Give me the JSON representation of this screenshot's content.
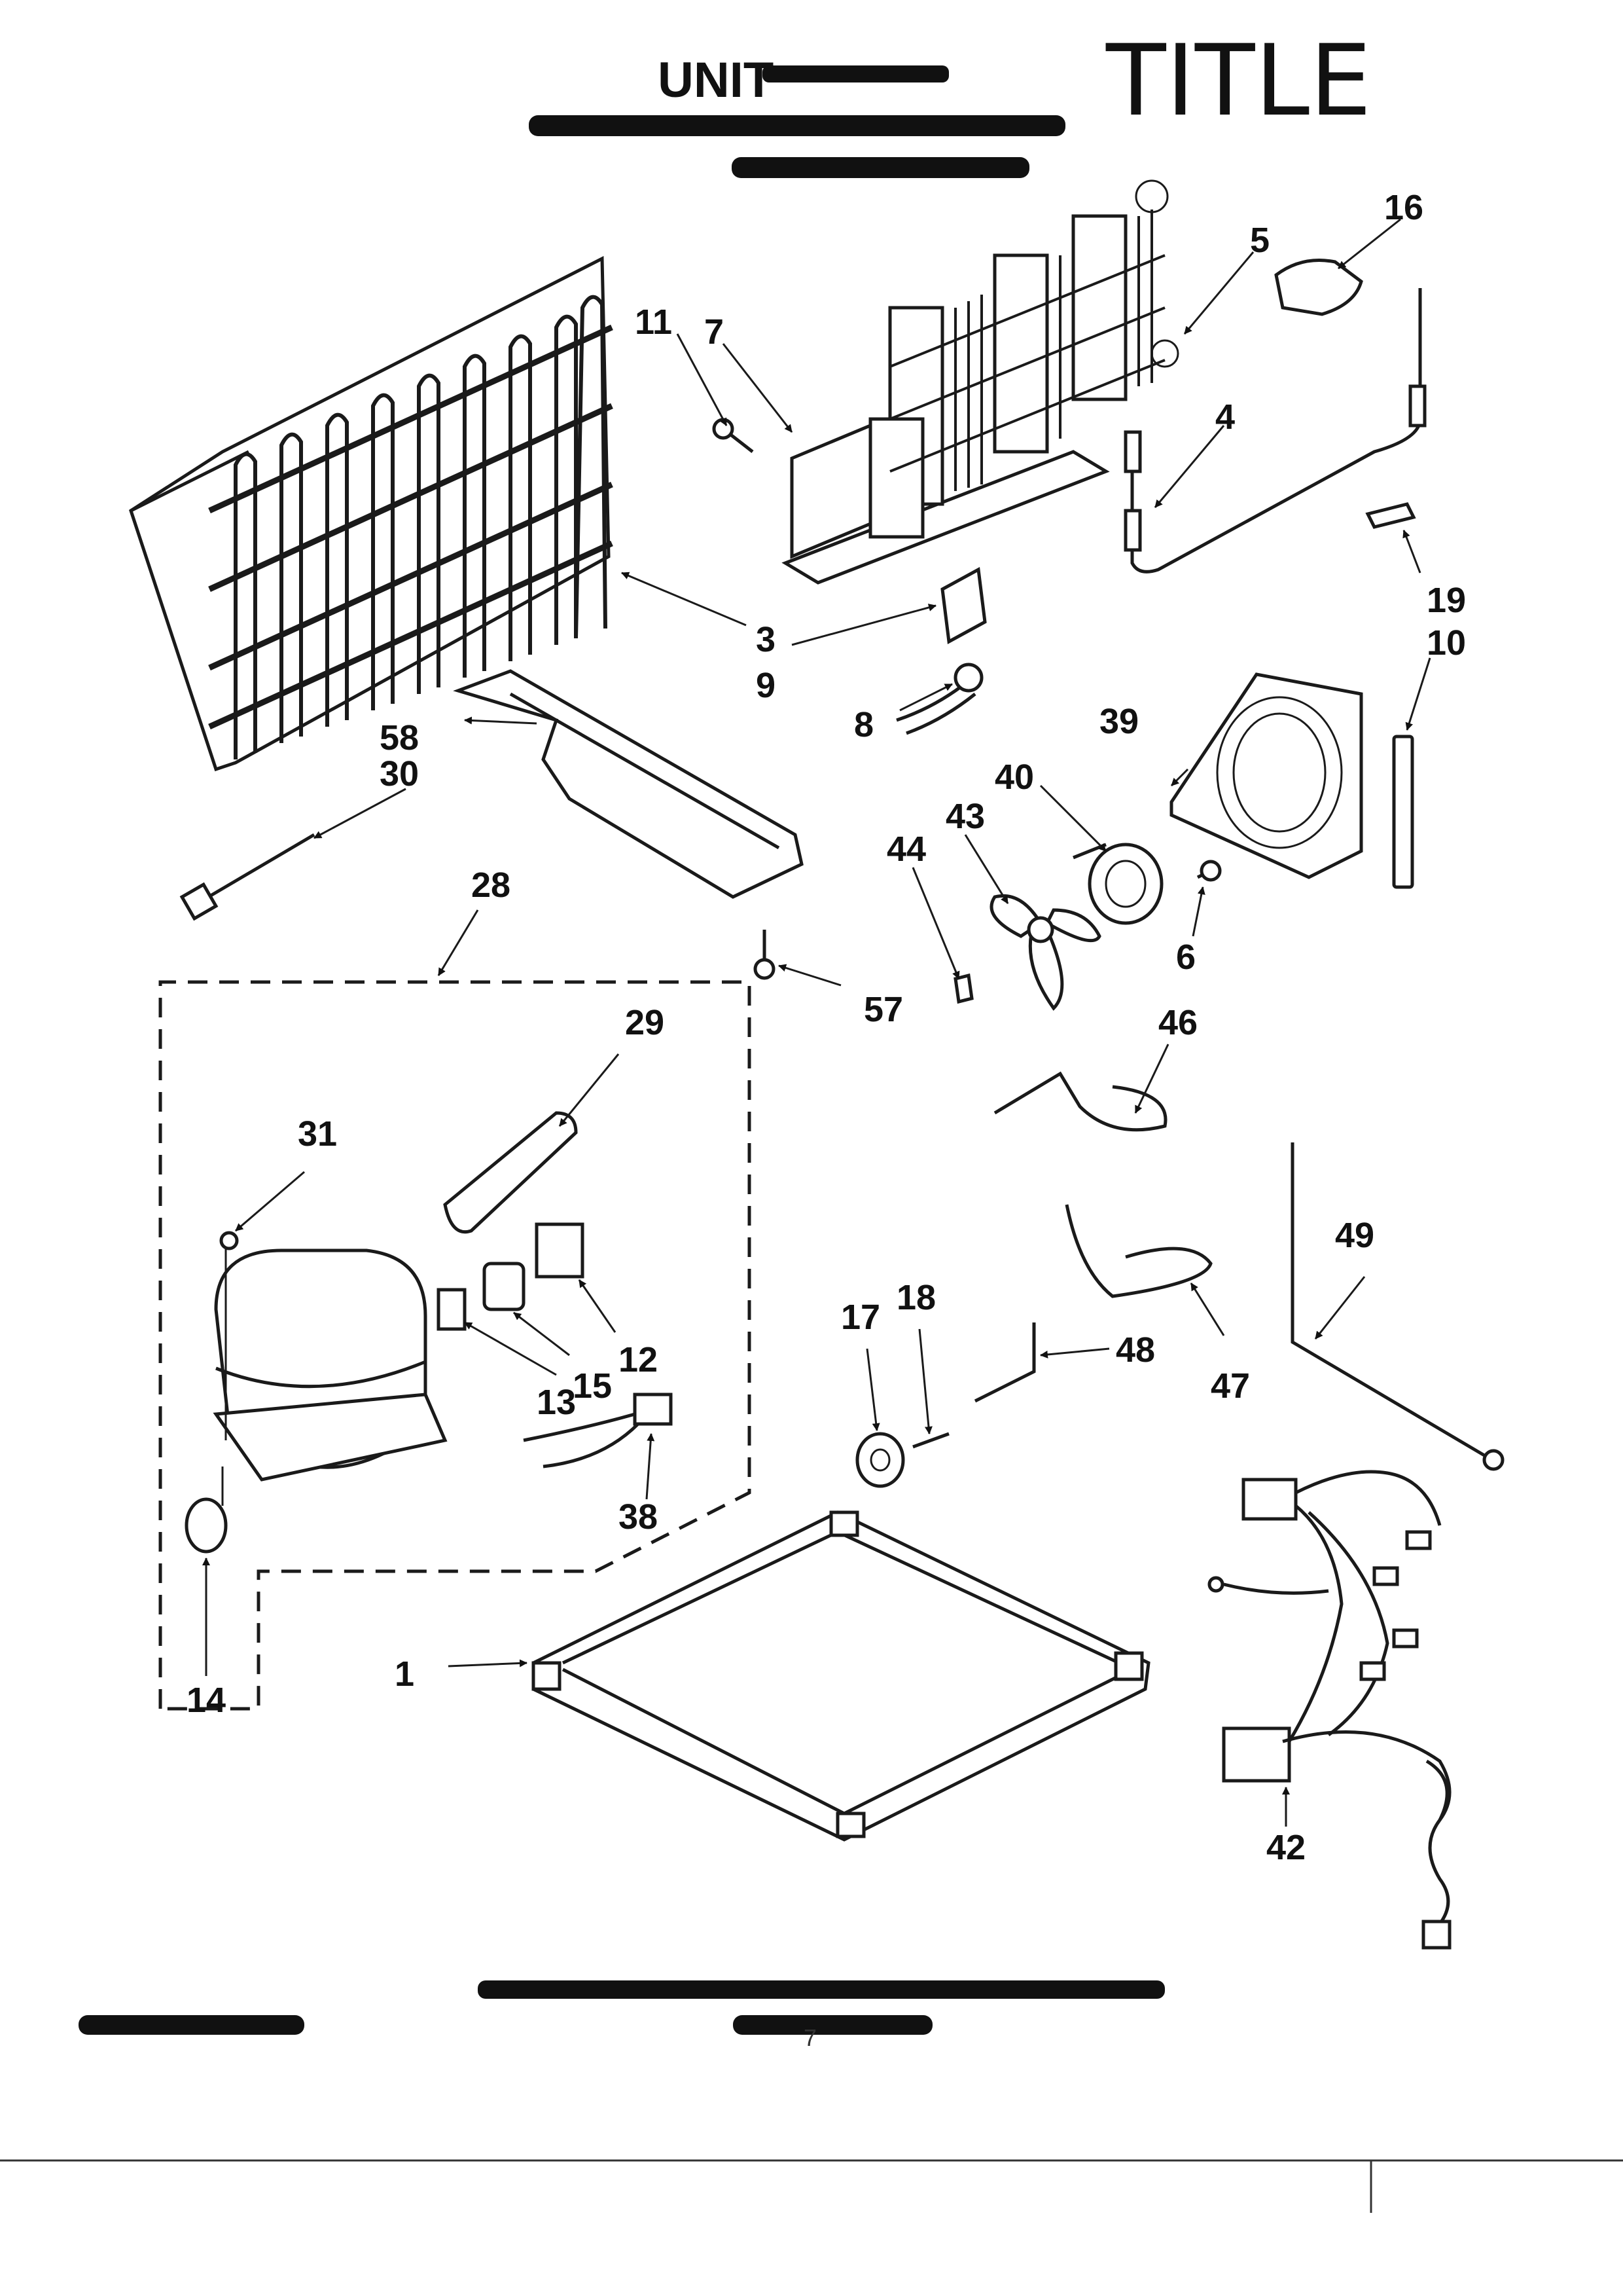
{
  "header": {
    "title": "UNIT",
    "handwritten_title": "TITLE"
  },
  "footer": {
    "page_mark": "7"
  },
  "part_labels": [
    {
      "id": "p1",
      "text": "1"
    },
    {
      "id": "p3",
      "text": "3"
    },
    {
      "id": "p4",
      "text": "4"
    },
    {
      "id": "p5",
      "text": "5"
    },
    {
      "id": "p6",
      "text": "6"
    },
    {
      "id": "p7",
      "text": "7"
    },
    {
      "id": "p8",
      "text": "8"
    },
    {
      "id": "p9",
      "text": "9"
    },
    {
      "id": "p10",
      "text": "10"
    },
    {
      "id": "p11",
      "text": "11"
    },
    {
      "id": "p12",
      "text": "12"
    },
    {
      "id": "p13",
      "text": "13"
    },
    {
      "id": "p14",
      "text": "14"
    },
    {
      "id": "p15",
      "text": "15"
    },
    {
      "id": "p16",
      "text": "16"
    },
    {
      "id": "p17",
      "text": "17"
    },
    {
      "id": "p18",
      "text": "18"
    },
    {
      "id": "p19",
      "text": "19"
    },
    {
      "id": "p28",
      "text": "28"
    },
    {
      "id": "p29",
      "text": "29"
    },
    {
      "id": "p30",
      "text": "30"
    },
    {
      "id": "p31",
      "text": "31"
    },
    {
      "id": "p38",
      "text": "38"
    },
    {
      "id": "p39",
      "text": "39"
    },
    {
      "id": "p40",
      "text": "40"
    },
    {
      "id": "p42",
      "text": "42"
    },
    {
      "id": "p43",
      "text": "43"
    },
    {
      "id": "p44",
      "text": "44"
    },
    {
      "id": "p46",
      "text": "46"
    },
    {
      "id": "p47",
      "text": "47"
    },
    {
      "id": "p48",
      "text": "48"
    },
    {
      "id": "p49",
      "text": "49"
    },
    {
      "id": "p57",
      "text": "57"
    },
    {
      "id": "p58",
      "text": "58"
    }
  ]
}
